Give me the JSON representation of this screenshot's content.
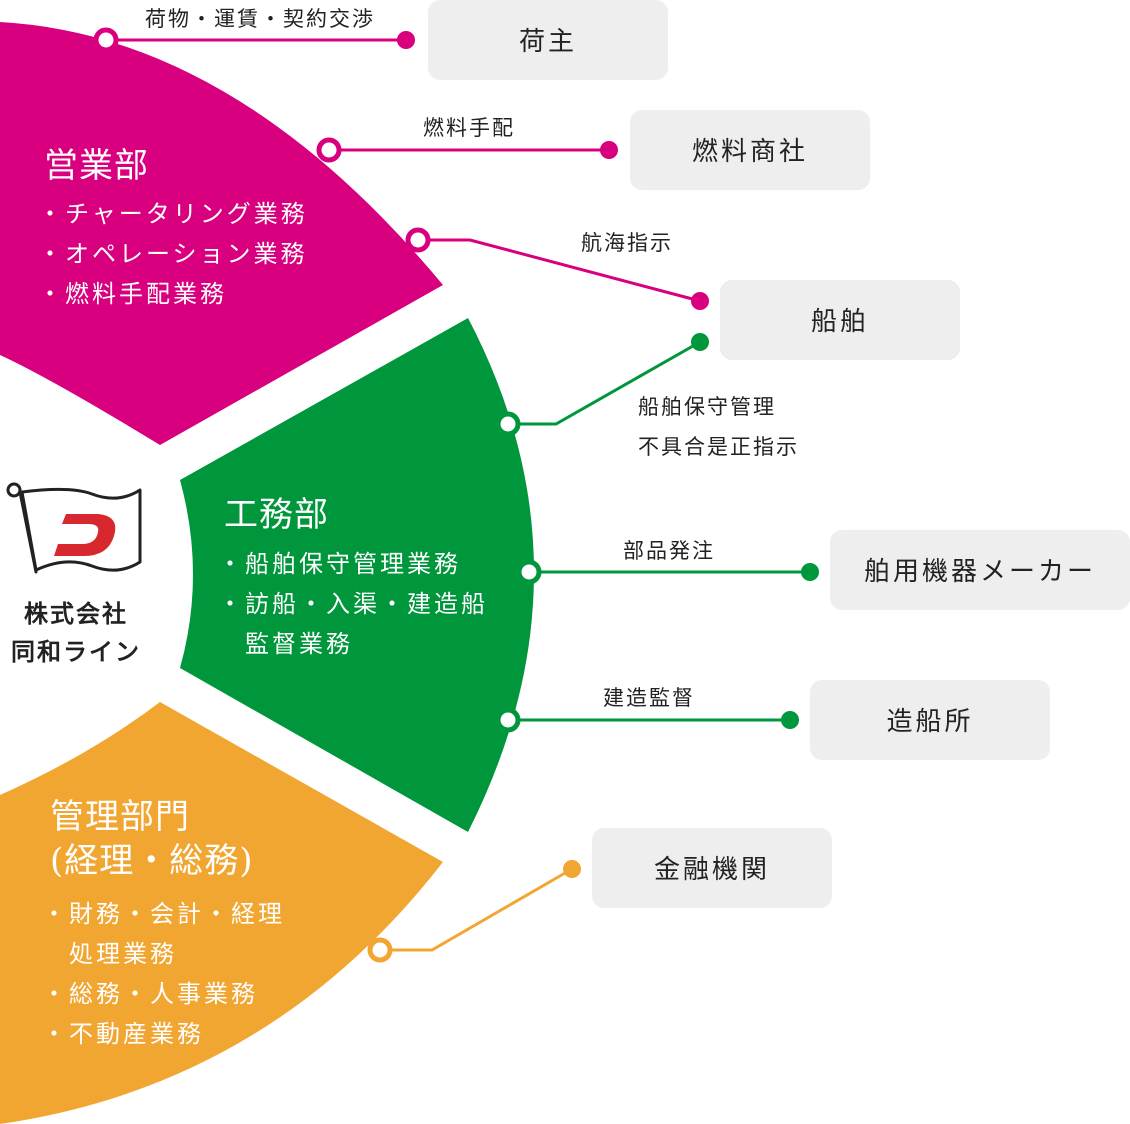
{
  "company": {
    "name_line1": "株式会社",
    "name_line2": "同和ライン"
  },
  "departments": {
    "eigyo": {
      "title": "営業部",
      "items": [
        "・チャータリング業務",
        "・オペレーション業務",
        "・燃料手配業務"
      ]
    },
    "komu": {
      "title": "工務部",
      "items": [
        "・船舶保守管理業務",
        "・訪船・入渠・建造船",
        "　監督業務"
      ]
    },
    "kanri": {
      "title_line1": "管理部門",
      "title_line2": "(経理・総務)",
      "items": [
        "・財務・会計・経理",
        "　処理業務",
        "・総務・人事業務",
        "・不動産業務"
      ]
    }
  },
  "partners": {
    "ninushi": "荷主",
    "nenryo_shosha": "燃料商社",
    "senpaku": "船舶",
    "kiki_maker": "舶用機器メーカー",
    "zosensho": "造船所",
    "kinyu": "金融機関"
  },
  "connections": {
    "ninushi": "荷物・運賃・契約交渉",
    "nenryo": "燃料手配",
    "kokai": "航海指示",
    "hoshu_line1": "船舶保守管理",
    "hoshu_line2": "不具合是正指示",
    "buhin": "部品発注",
    "kensou": "建造監督"
  },
  "colors": {
    "eigyo": "#d8007f",
    "komu": "#00963c",
    "kanri": "#f2a632",
    "box": "#eeeeee",
    "logo_red": "#d7282f"
  }
}
